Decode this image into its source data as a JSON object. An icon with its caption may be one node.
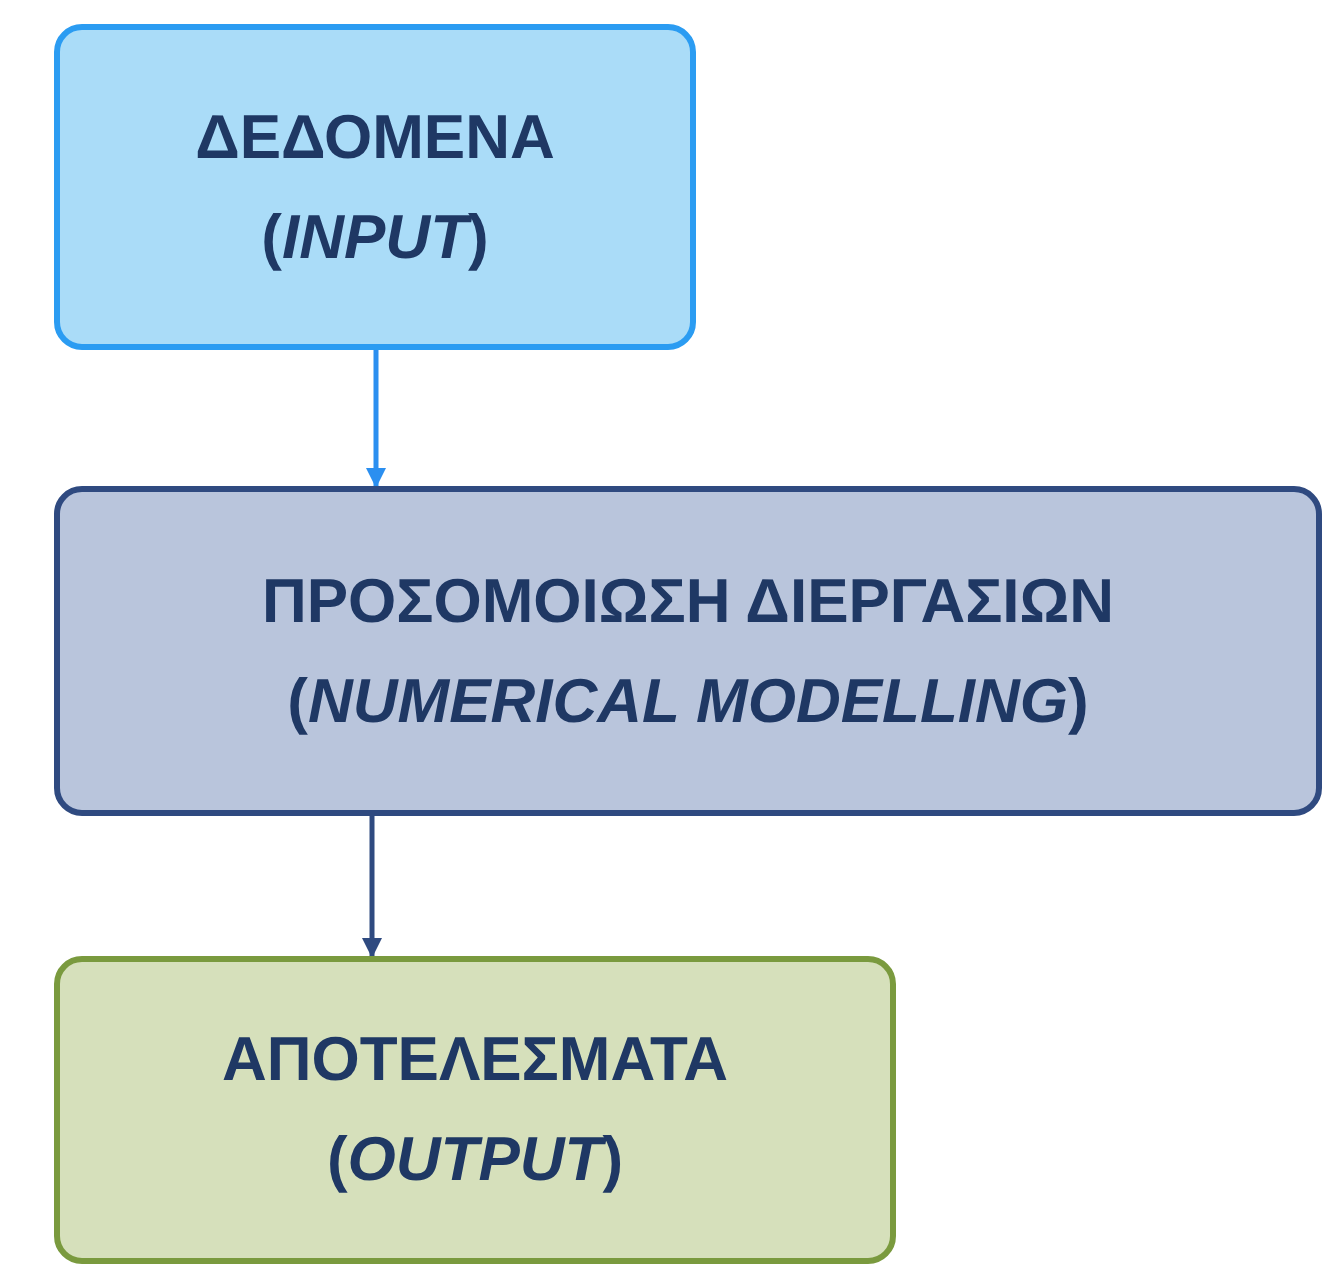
{
  "diagram": {
    "nodes": [
      {
        "text": [
          "ΔΕΔΟΜΕΝΑ",
          "(*INPUT*)"
        ]
      },
      {
        "text": [
          "ΠΡΟΣΟΜΟΙΩΣΗ ΔΙΕΡΓΑΣΙΩΝ",
          "(*NUMERICAL MODELLING*)"
        ]
      },
      {
        "text": [
          "ΑΠΟΤΕΛΕΣΜΑΤΑ",
          "(*OUTPUT*)"
        ]
      }
    ],
    "edges": [
      {
        "from": 0,
        "to": 1,
        "arrow": "to",
        "color": "#2b8ff0"
      },
      {
        "from": 1,
        "to": 2,
        "arrow": "to",
        "color": "#2f4a80"
      }
    ]
  }
}
